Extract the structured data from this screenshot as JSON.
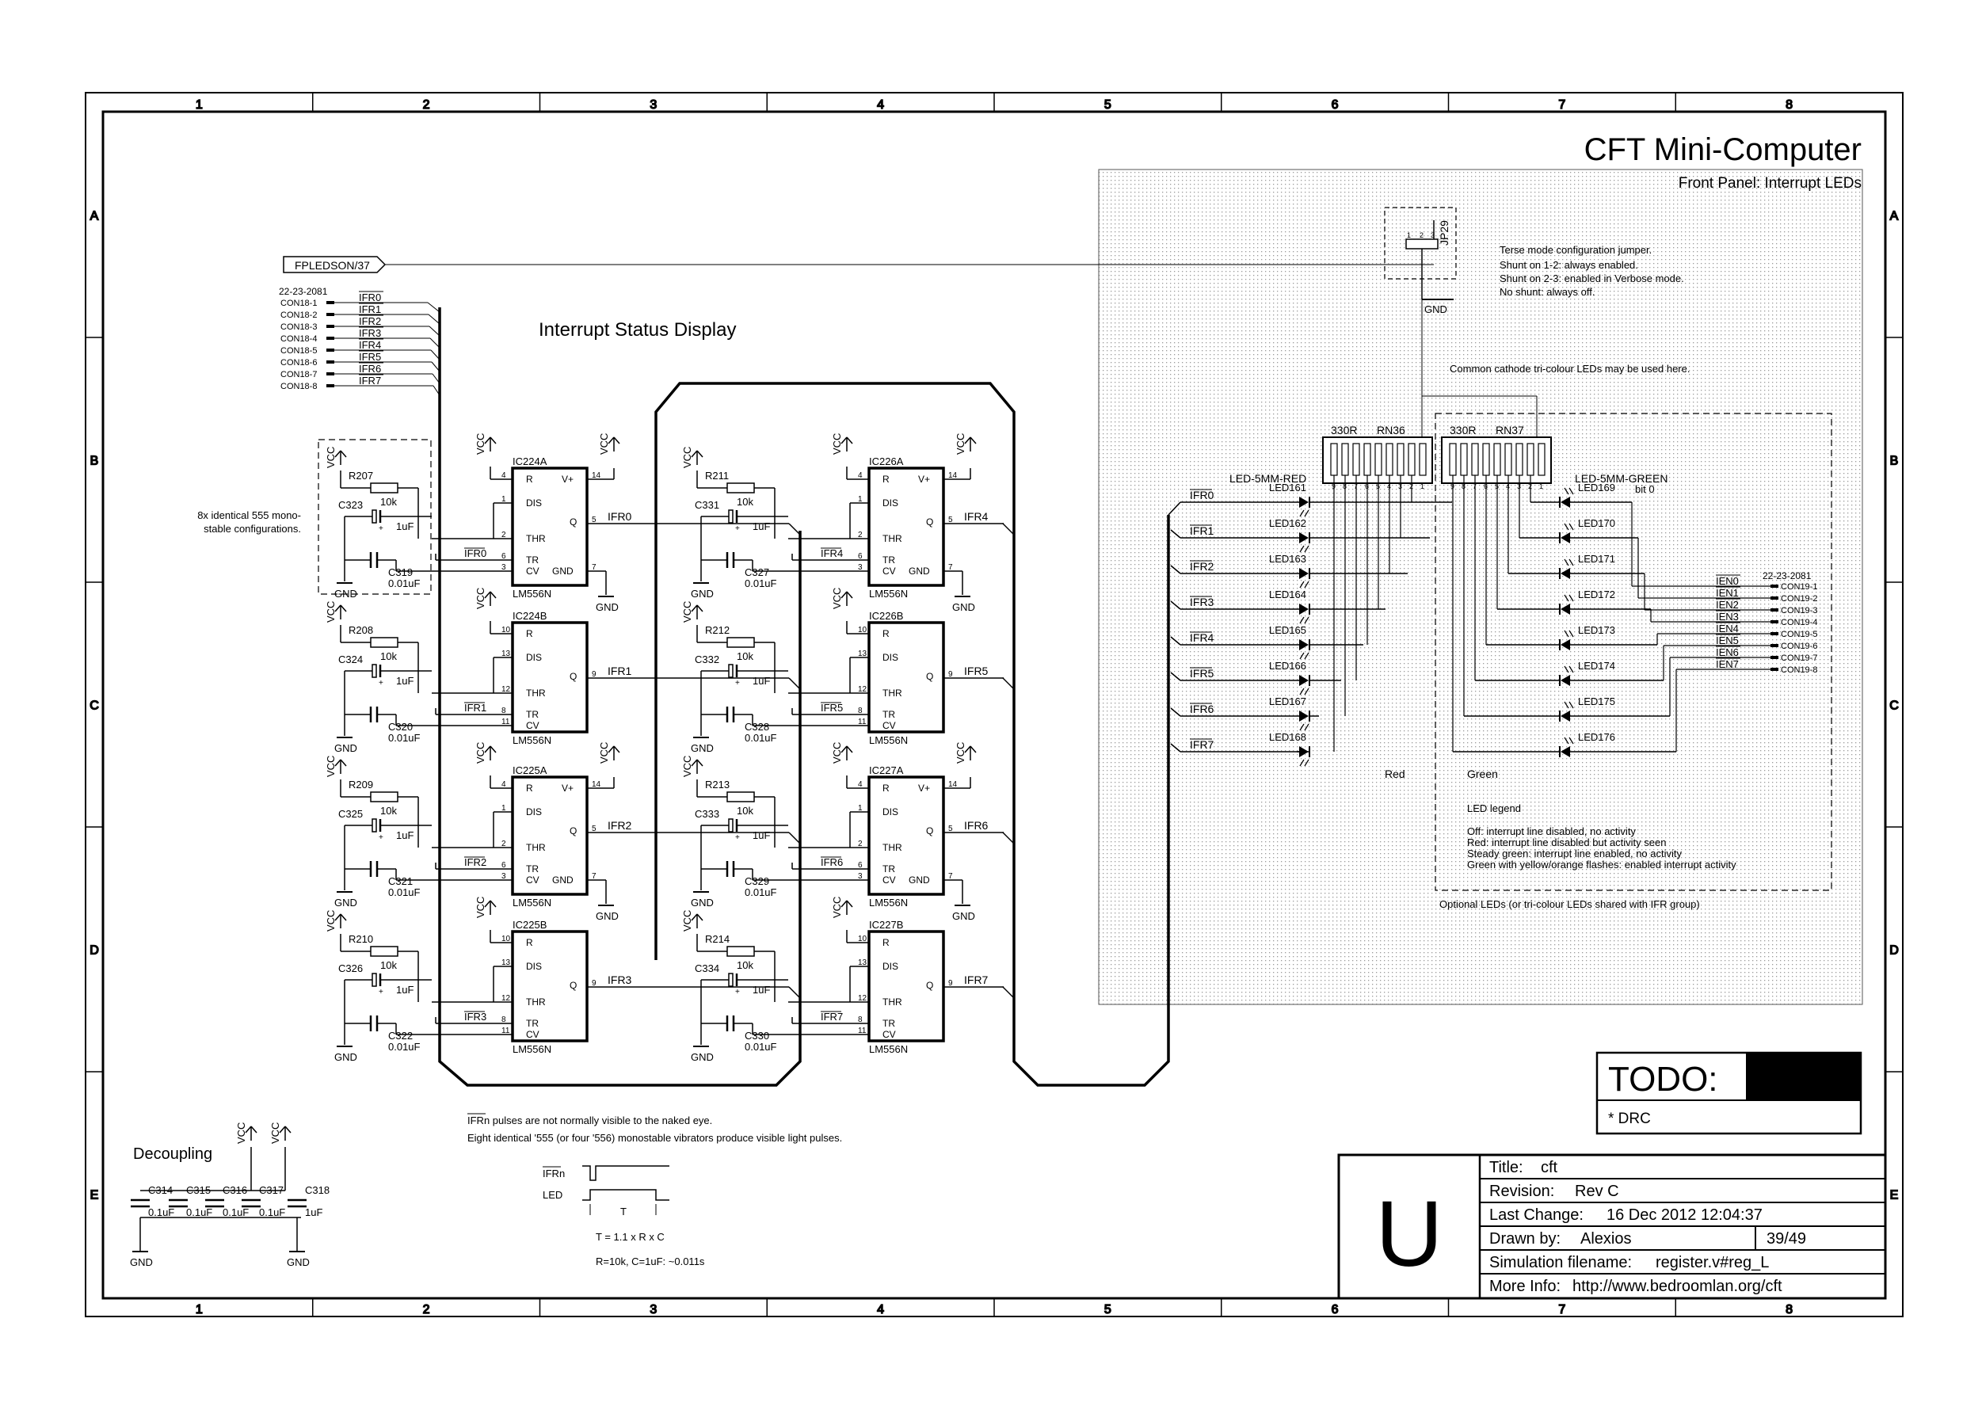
{
  "border": {
    "columns": [
      "1",
      "2",
      "3",
      "4",
      "5",
      "6",
      "7",
      "8"
    ],
    "rows": [
      "A",
      "B",
      "C",
      "D",
      "E"
    ]
  },
  "header": {
    "title": "CFT Mini-Computer",
    "subtitle": "Front Panel: Interrupt LEDs"
  },
  "port": {
    "label": "FPLEDSON/37"
  },
  "con18": {
    "part": "22-23-2081",
    "pins": [
      "CON18-1",
      "CON18-2",
      "CON18-3",
      "CON18-4",
      "CON18-5",
      "CON18-6",
      "CON18-7",
      "CON18-8"
    ],
    "nets": [
      "IFR0",
      "IFR1",
      "IFR2",
      "IFR3",
      "IFR4",
      "IFR5",
      "IFR6",
      "IFR7"
    ]
  },
  "section_title": "Interrupt Status Display",
  "mono_note": "8x identical 555 mono-\nstable configurations.",
  "stages": [
    {
      "ic": "IC224A",
      "part": "LM556N",
      "pins": [
        "4",
        "1",
        "2",
        "6",
        "3",
        "5",
        "14",
        "7"
      ],
      "full": true,
      "r": "R207",
      "c": "C323",
      "cv": "C319",
      "out": "IFR0"
    },
    {
      "ic": "IC224B",
      "part": "LM556N",
      "pins": [
        "10",
        "13",
        "12",
        "8",
        "11",
        "9"
      ],
      "full": false,
      "r": "R208",
      "c": "C324",
      "cv": "C320",
      "out": "IFR1"
    },
    {
      "ic": "IC225A",
      "part": "LM556N",
      "pins": [
        "4",
        "1",
        "2",
        "6",
        "3",
        "5",
        "14",
        "7"
      ],
      "full": true,
      "r": "R209",
      "c": "C325",
      "cv": "C321",
      "out": "IFR2"
    },
    {
      "ic": "IC225B",
      "part": "LM556N",
      "pins": [
        "10",
        "13",
        "12",
        "8",
        "11",
        "9"
      ],
      "full": false,
      "r": "R210",
      "c": "C326",
      "cv": "C322",
      "out": "IFR3"
    },
    {
      "ic": "IC226A",
      "part": "LM556N",
      "pins": [
        "4",
        "1",
        "2",
        "6",
        "3",
        "5",
        "14",
        "7"
      ],
      "full": true,
      "r": "R211",
      "c": "C331",
      "cv": "C327",
      "out": "IFR4"
    },
    {
      "ic": "IC226B",
      "part": "LM556N",
      "pins": [
        "10",
        "13",
        "12",
        "8",
        "11",
        "9"
      ],
      "full": false,
      "r": "R212",
      "c": "C332",
      "cv": "C328",
      "out": "IFR5"
    },
    {
      "ic": "IC227A",
      "part": "LM556N",
      "pins": [
        "4",
        "1",
        "2",
        "6",
        "3",
        "5",
        "14",
        "7"
      ],
      "full": true,
      "r": "R213",
      "c": "C333",
      "cv": "C329",
      "out": "IFR6"
    },
    {
      "ic": "IC227B",
      "part": "LM556N",
      "pins": [
        "10",
        "13",
        "12",
        "8",
        "11",
        "9"
      ],
      "full": false,
      "r": "R214",
      "c": "C334",
      "cv": "C330",
      "out": "IFR7"
    }
  ],
  "chip_pins": {
    "r": "R",
    "dis": "DIS",
    "thr": "THR",
    "tr": "TR",
    "cv": "CV",
    "vplus": "V+",
    "q": "Q",
    "gnd": "GND"
  },
  "values": {
    "res": "10k",
    "cap": "1uF",
    "cvcap": "0.01uF",
    "vcc": "VCC",
    "gnd": "GND"
  },
  "jumper": {
    "name": "JP29",
    "pins": [
      "1",
      "2",
      "3"
    ],
    "notes": [
      "Terse mode configuration jumper.",
      "Shunt on 1-2: always enabled.",
      "Shunt on 2-3: enabled in Verbose mode.",
      "No shunt: always off."
    ]
  },
  "tricolour_note": "Common cathode tri-colour LEDs may be used here.",
  "rn36": {
    "value": "330R",
    "name": "RN36",
    "pins": [
      "9",
      "8",
      "7",
      "6",
      "5",
      "4",
      "3",
      "2",
      "1"
    ]
  },
  "rn37": {
    "value": "330R",
    "name": "RN37",
    "pins": [
      "9",
      "8",
      "7",
      "6",
      "5",
      "4",
      "3",
      "2",
      "1"
    ]
  },
  "red_leds": {
    "part": "LED-5MM-RED",
    "names": [
      "LED161",
      "LED162",
      "LED163",
      "LED164",
      "LED165",
      "LED166",
      "LED167",
      "LED168"
    ],
    "label": "Red"
  },
  "green_leds": {
    "part": "LED-5MM-GREEN",
    "bit": "bit 0",
    "names": [
      "LED169",
      "LED170",
      "LED171",
      "LED172",
      "LED173",
      "LED174",
      "LED175",
      "LED176"
    ],
    "label": "Green"
  },
  "con19": {
    "part": "22-23-2081",
    "pins": [
      "CON19-1",
      "CON19-2",
      "CON19-3",
      "CON19-4",
      "CON19-5",
      "CON19-6",
      "CON19-7",
      "CON19-8"
    ],
    "nets": [
      "IEN0",
      "IEN1",
      "IEN2",
      "IEN3",
      "IEN4",
      "IEN5",
      "IEN6",
      "IEN7"
    ]
  },
  "legend": {
    "title": "LED legend",
    "lines": [
      "Off: interrupt line disabled, no activity",
      "Red: interrupt line disabled but activity seen",
      "Steady green: interrupt line enabled, no activity",
      "Green with yellow/orange flashes: enabled interrupt activity"
    ],
    "optional": "Optional LEDs (or tri-colour LEDs shared with IFR group)"
  },
  "decoupling": {
    "title": "Decoupling",
    "caps": [
      "C314",
      "C315",
      "C316",
      "C317",
      "C318"
    ],
    "values": [
      "0.1uF",
      "0.1uF",
      "0.1uF",
      "0.1uF",
      "1uF"
    ]
  },
  "notes": [
    "IFRn pulses are not normally visible to the naked eye.",
    "Eight identical '555 (or four '556) monostable vibrators produce visible light pulses."
  ],
  "timing": {
    "ifr": "IFRn",
    "led": "LED",
    "t": "T",
    "formula": "T = 1.1 x R x C",
    "values": "R=10k, C=1uF: ~0.011s"
  },
  "todo": {
    "title": "TODO:",
    "item": "* DRC"
  },
  "titleblock": {
    "logo": "U",
    "title_label": "Title:",
    "title": "cft",
    "revision_label": "Revision:",
    "revision": "Rev C",
    "last_change_label": "Last Change:",
    "last_change": "16 Dec 2012 12:04:37",
    "drawn_label": "Drawn by:",
    "drawn": "Alexios",
    "sheet": "39/49",
    "sim_label": "Simulation filename:",
    "sim": "register.v#reg_L",
    "more_label": "More Info:",
    "more": "http://www.bedroomlan.org/cft"
  }
}
